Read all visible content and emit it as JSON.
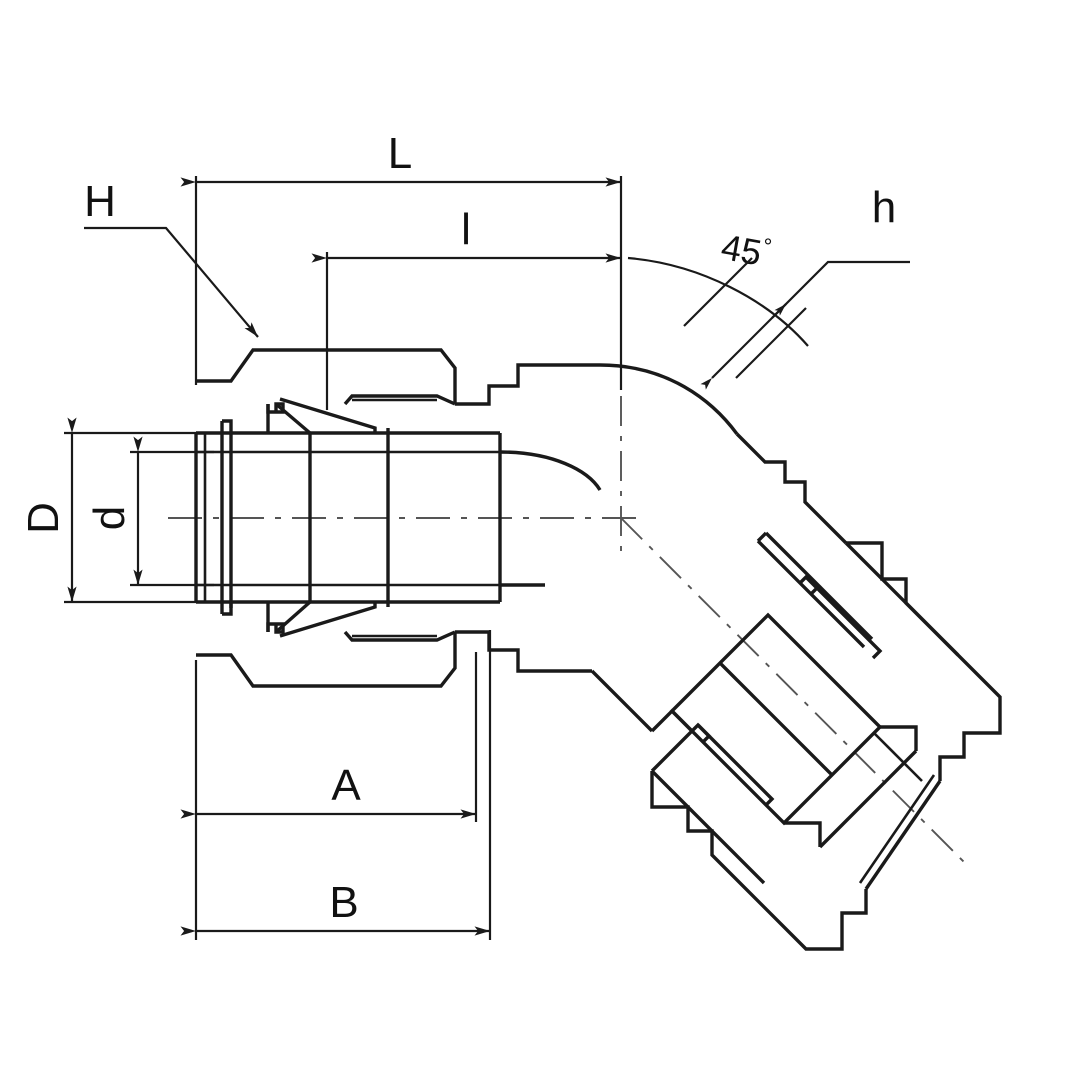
{
  "drawing": {
    "title": "45-degree elbow compression tube fitting technical drawing",
    "line_color": "#1a1a1a",
    "center_color": "#555555",
    "background": "#ffffff"
  },
  "dimensions": {
    "L": {
      "label": "L",
      "orientation": "horizontal",
      "position": "top"
    },
    "l": {
      "label": "l",
      "orientation": "horizontal",
      "position": "top-inner"
    },
    "A": {
      "label": "A",
      "orientation": "horizontal",
      "position": "bottom"
    },
    "B": {
      "label": "B",
      "orientation": "horizontal",
      "position": "bottom-outer"
    },
    "D": {
      "label": "D",
      "orientation": "vertical",
      "position": "left-outer"
    },
    "d": {
      "label": "d",
      "orientation": "vertical",
      "position": "left-inner"
    },
    "H": {
      "label": "H",
      "orientation": "leader",
      "position": "upper-left"
    },
    "h": {
      "label": "h",
      "orientation": "leader",
      "position": "upper-right"
    }
  },
  "angle": {
    "value": "45",
    "degree_symbol": "°",
    "label": "45°"
  }
}
